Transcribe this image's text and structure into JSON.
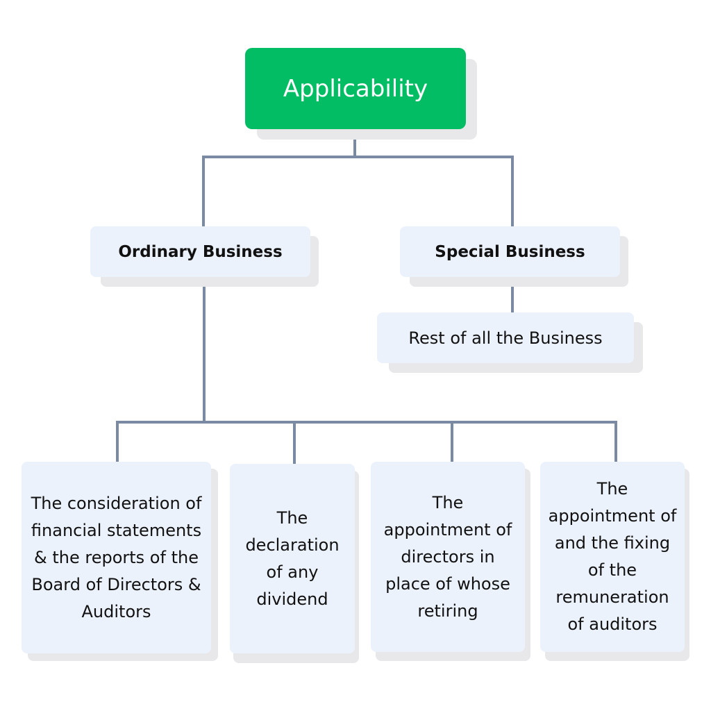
{
  "root": {
    "label": "Applicability",
    "color": "#02bd63"
  },
  "categories": [
    {
      "label": "Ordinary Business"
    },
    {
      "label": "Special Business"
    }
  ],
  "special_children": [
    {
      "label": "Rest of all the Business"
    }
  ],
  "ordinary_children": [
    {
      "label": "The consideration of financial statements & the reports of the Board of Directors & Auditors"
    },
    {
      "label": "The declaration of any dividend"
    },
    {
      "label": "The appointment of directors in place of whose retiring"
    },
    {
      "label": "The appointment of and the fixing of the remuneration of auditors"
    }
  ],
  "colors": {
    "connector": "#7a8aa2",
    "box_fill": "#ecf2fc",
    "shadow": "#e8e7ea"
  }
}
